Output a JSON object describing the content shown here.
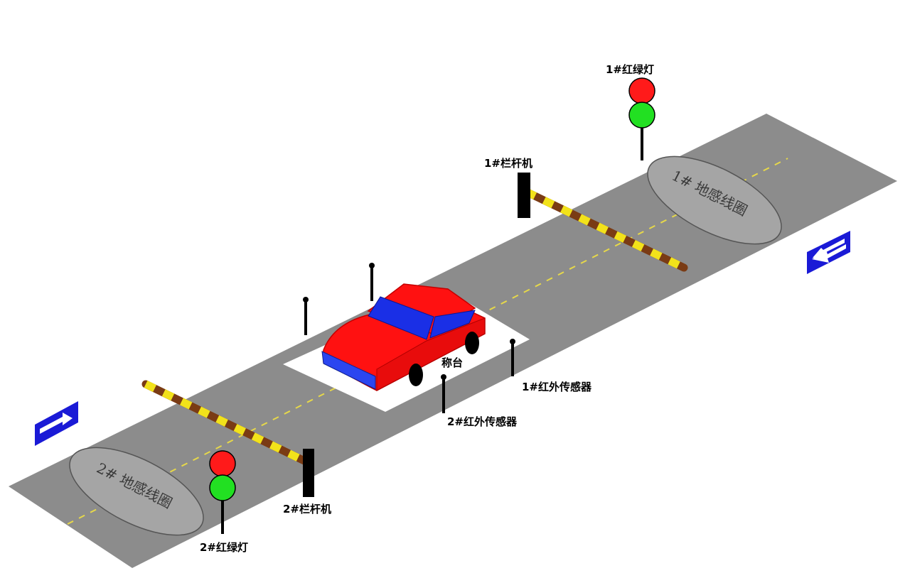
{
  "labels": {
    "light1": "1#红绿灯",
    "light2": "2#红绿灯",
    "barrier1": "1#栏杆机",
    "barrier2": "2#栏杆机",
    "loop1": "1# 地感线圈",
    "loop2": "2# 地感线圈",
    "scale": "称台",
    "ir1": "1#红外传感器",
    "ir2": "2#红外传感器"
  },
  "colors": {
    "road": "#8c8c8c",
    "loop": "#a5a5a5",
    "light_red": "#ff1a1a",
    "light_green": "#22e022",
    "car_body": "#ff1111",
    "car_glass": "#1a2fe6",
    "arrow": "#1a1ad6",
    "barrier_yellow": "#f2e21a",
    "barrier_brown": "#7a3b14",
    "centerline": "#e6d84a"
  },
  "icons": {
    "left_arrow": "arrow-left-icon",
    "right_arrow": "arrow-right-icon"
  }
}
